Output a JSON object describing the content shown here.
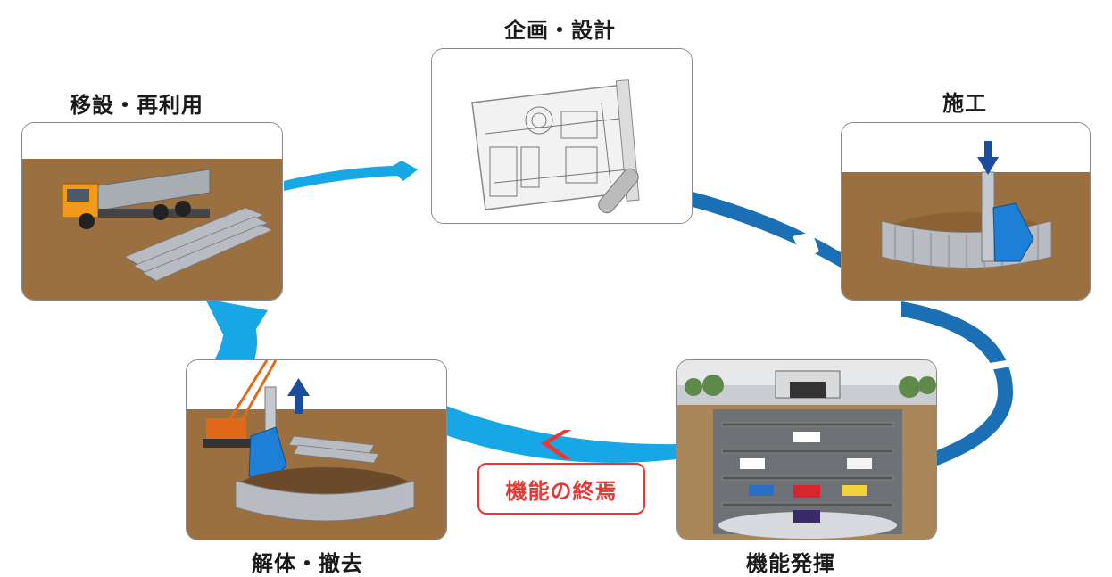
{
  "stages": {
    "planning": "企画・設計",
    "construction": "施工",
    "function": "機能発揮",
    "dismantle": "解体・撤去",
    "relocate": "移設・再利用"
  },
  "end_of_function": "機能の終焉",
  "colors": {
    "cycle_blue_dark": "#1a6fb5",
    "cycle_blue_light": "#17a6e6",
    "end_red": "#e53935",
    "arrow_navy": "#1c4c9c",
    "machine_blue": "#1e7fd6",
    "ground_brown": "#9a7040"
  },
  "icons": {
    "planning": "blueprint-scroll-icon",
    "construction": "sheet-pile-driving-icon",
    "function": "underground-parking-icon",
    "dismantle": "crane-extraction-icon",
    "relocate": "truck-transport-icon"
  }
}
